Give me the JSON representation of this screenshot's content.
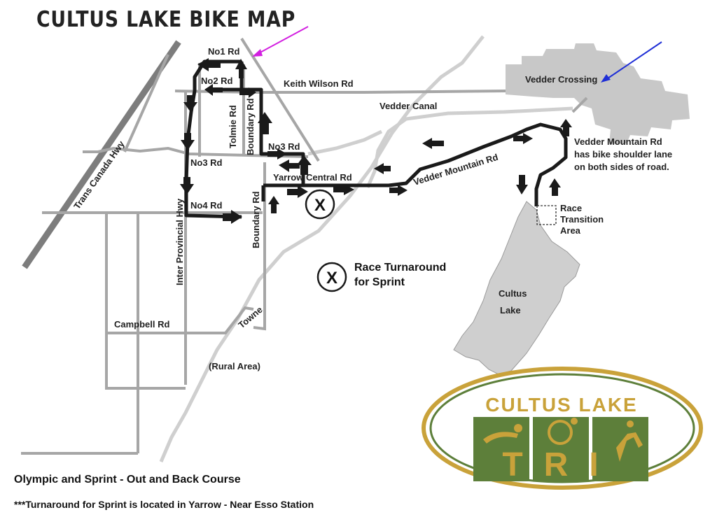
{
  "title": "CULTUS LAKE BIKE MAP",
  "roads": {
    "no1": "No1 Rd",
    "no2": "No2 Rd",
    "no3_left": "No3 Rd",
    "no3_right": "No3 Rd",
    "no4": "No4 Rd",
    "keith_wilson": "Keith Wilson Rd",
    "vedder_canal": "Vedder Canal",
    "tolmie": "Tolmie Rd",
    "boundary_upper": "Boundary Rd",
    "boundary_lower": "Boundary Rd",
    "yarrow_central": "Yarrow Central Rd",
    "vedder_mountain": "Vedder Mountain Rd",
    "trans_canada": "Trans Canada Hwy",
    "inter_provincial": "Inter Provincial Hwy",
    "campbell": "Campbell Rd",
    "towne": "Towne",
    "rural_area": "(Rural Area)"
  },
  "places": {
    "vedder_crossing": "Vedder Crossing",
    "cultus": "Cultus",
    "lake": "Lake"
  },
  "notes": {
    "shoulder_line1": "Vedder Mountain Rd",
    "shoulder_line2": "has bike shoulder lane",
    "shoulder_line3": "on both sides of road.",
    "transition_line1": "Race",
    "transition_line2": "Transition",
    "transition_line3": "Area",
    "turnaround_symbol": "X",
    "turnaround_line1": "Race Turnaround",
    "turnaround_line2": "for Sprint"
  },
  "logo": {
    "line1": "CULTUS LAKE",
    "line2": "TRI"
  },
  "footer": {
    "line1": "Olympic and Sprint - Out and Back Course",
    "line2": "***Turnaround for Sprint is located in Yarrow - Near Esso Station"
  },
  "colors": {
    "route": "#1a1a1a",
    "road": "#a6a6a6",
    "urban": "#c8c8c8",
    "lake": "#cfcfcf",
    "logo_gold": "#c9a23a",
    "logo_green": "#5d7f3a",
    "arrow_magenta": "#d21fe0",
    "arrow_blue": "#1f2fd6"
  }
}
